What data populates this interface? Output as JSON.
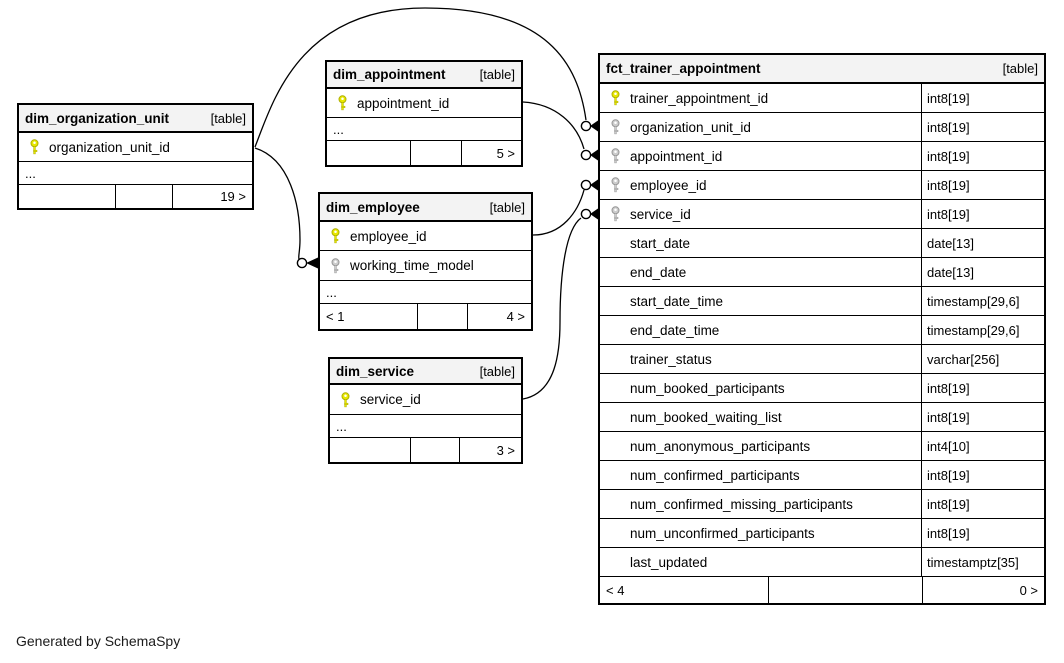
{
  "generated_note": "Generated by SchemaSpy",
  "colors": {
    "primary_key": "#e8e800",
    "primary_key_edge": "#b0b000",
    "foreign_key": "#cccccc",
    "foreign_key_edge": "#979797",
    "header_bg": "#f3f3f3",
    "line": "#000000"
  },
  "tables": [
    {
      "id": "dim_organization_unit",
      "title": "dim_organization_unit",
      "badge": "[table]",
      "columns": [
        {
          "name": "organization_unit_id",
          "key": "pk",
          "type": ""
        }
      ],
      "elided": "...",
      "footer": {
        "parents": "",
        "middle": "",
        "children": "19 >"
      }
    },
    {
      "id": "dim_appointment",
      "title": "dim_appointment",
      "badge": "[table]",
      "columns": [
        {
          "name": "appointment_id",
          "key": "pk",
          "type": ""
        }
      ],
      "elided": "...",
      "footer": {
        "parents": "",
        "middle": "",
        "children": "5 >"
      }
    },
    {
      "id": "dim_employee",
      "title": "dim_employee",
      "badge": "[table]",
      "columns": [
        {
          "name": "employee_id",
          "key": "pk",
          "type": ""
        },
        {
          "name": "working_time_model",
          "key": "fk",
          "type": ""
        }
      ],
      "elided": "...",
      "footer": {
        "parents": "< 1",
        "middle": "",
        "children": "4 >"
      }
    },
    {
      "id": "dim_service",
      "title": "dim_service",
      "badge": "[table]",
      "columns": [
        {
          "name": "service_id",
          "key": "pk",
          "type": ""
        }
      ],
      "elided": "...",
      "footer": {
        "parents": "",
        "middle": "",
        "children": "3 >"
      }
    },
    {
      "id": "fct_trainer_appointment",
      "title": "fct_trainer_appointment",
      "badge": "[table]",
      "columns": [
        {
          "name": "trainer_appointment_id",
          "key": "pk",
          "type": "int8[19]"
        },
        {
          "name": "organization_unit_id",
          "key": "fk",
          "type": "int8[19]"
        },
        {
          "name": "appointment_id",
          "key": "fk",
          "type": "int8[19]"
        },
        {
          "name": "employee_id",
          "key": "fk",
          "type": "int8[19]"
        },
        {
          "name": "service_id",
          "key": "fk",
          "type": "int8[19]"
        },
        {
          "name": "start_date",
          "key": "",
          "type": "date[13]"
        },
        {
          "name": "end_date",
          "key": "",
          "type": "date[13]"
        },
        {
          "name": "start_date_time",
          "key": "",
          "type": "timestamp[29,6]"
        },
        {
          "name": "end_date_time",
          "key": "",
          "type": "timestamp[29,6]"
        },
        {
          "name": "trainer_status",
          "key": "",
          "type": "varchar[256]"
        },
        {
          "name": "num_booked_participants",
          "key": "",
          "type": "int8[19]"
        },
        {
          "name": "num_booked_waiting_list",
          "key": "",
          "type": "int8[19]"
        },
        {
          "name": "num_anonymous_participants",
          "key": "",
          "type": "int4[10]"
        },
        {
          "name": "num_confirmed_participants",
          "key": "",
          "type": "int8[19]"
        },
        {
          "name": "num_confirmed_missing_participants",
          "key": "",
          "type": "int8[19]"
        },
        {
          "name": "num_unconfirmed_participants",
          "key": "",
          "type": "int8[19]"
        },
        {
          "name": "last_updated",
          "key": "",
          "type": "timestamptz[35]"
        }
      ],
      "elided": null,
      "footer": {
        "parents": "< 4",
        "middle": "",
        "children": "0 >"
      }
    }
  ],
  "relationships": [
    {
      "from": "dim_organization_unit.organization_unit_id",
      "to": "fct_trainer_appointment.organization_unit_id"
    },
    {
      "from": "dim_appointment.appointment_id",
      "to": "fct_trainer_appointment.appointment_id"
    },
    {
      "from": "dim_employee.employee_id",
      "to": "fct_trainer_appointment.employee_id"
    },
    {
      "from": "dim_service.service_id",
      "to": "fct_trainer_appointment.service_id"
    },
    {
      "from": "dim_organization_unit.organization_unit_id",
      "to": "dim_employee.working_time_model"
    }
  ]
}
